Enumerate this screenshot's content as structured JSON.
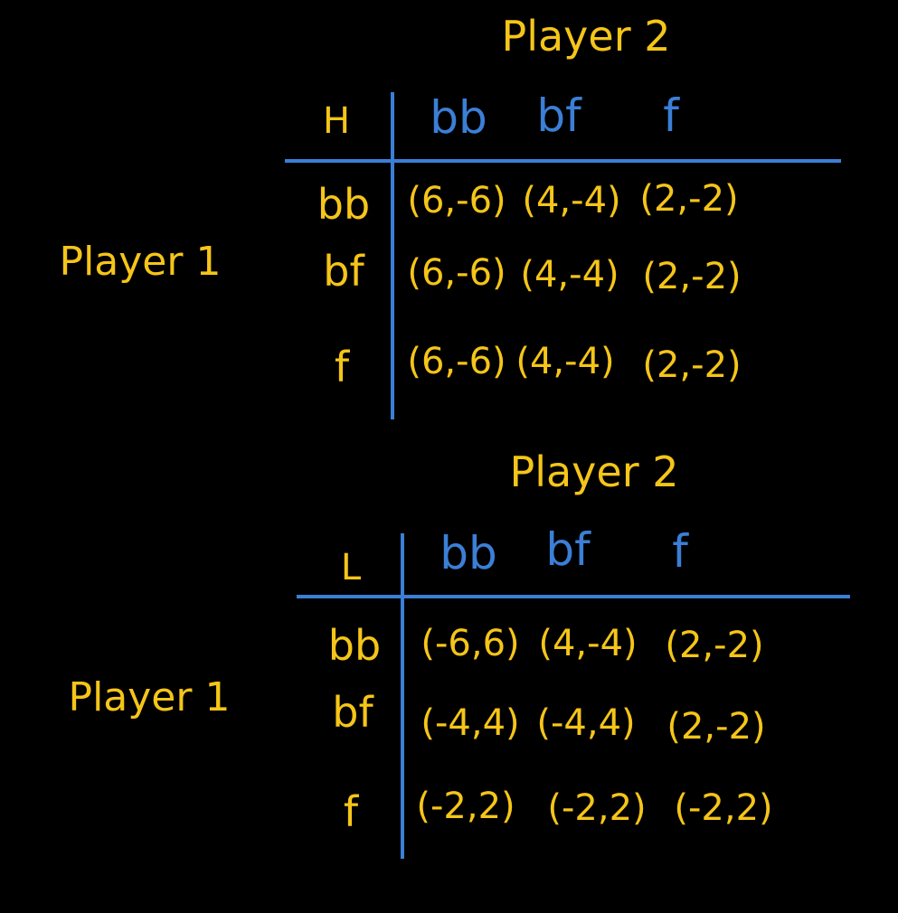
{
  "colors": {
    "background": "#000000",
    "text_yellow": "#f5c518",
    "text_blue": "#3b7fd6"
  },
  "tables": [
    {
      "column_player": "Player 2",
      "row_player": "Player 1",
      "corner_label": "H",
      "columns": [
        "bb",
        "bf",
        "f"
      ],
      "rows": [
        {
          "label": "bb",
          "cells": [
            "(6,-6)",
            "(4,-4)",
            "(2,-2)"
          ]
        },
        {
          "label": "bf",
          "cells": [
            "(6,-6)",
            "(4,-4)",
            "(2,-2)"
          ]
        },
        {
          "label": "f",
          "cells": [
            "(6,-6)",
            "(4,-4)",
            "(2,-2)"
          ]
        }
      ]
    },
    {
      "column_player": "Player 2",
      "row_player": "Player 1",
      "corner_label": "L",
      "columns": [
        "bb",
        "bf",
        "f"
      ],
      "rows": [
        {
          "label": "bb",
          "cells": [
            "(-6,6)",
            "(4,-4)",
            "(2,-2)"
          ]
        },
        {
          "label": "bf",
          "cells": [
            "(-4,4)",
            "(-4,4)",
            "(2,-2)"
          ]
        },
        {
          "label": "f",
          "cells": [
            "(-2,2)",
            "(-2,2)",
            "(-2,2)"
          ]
        }
      ]
    }
  ]
}
